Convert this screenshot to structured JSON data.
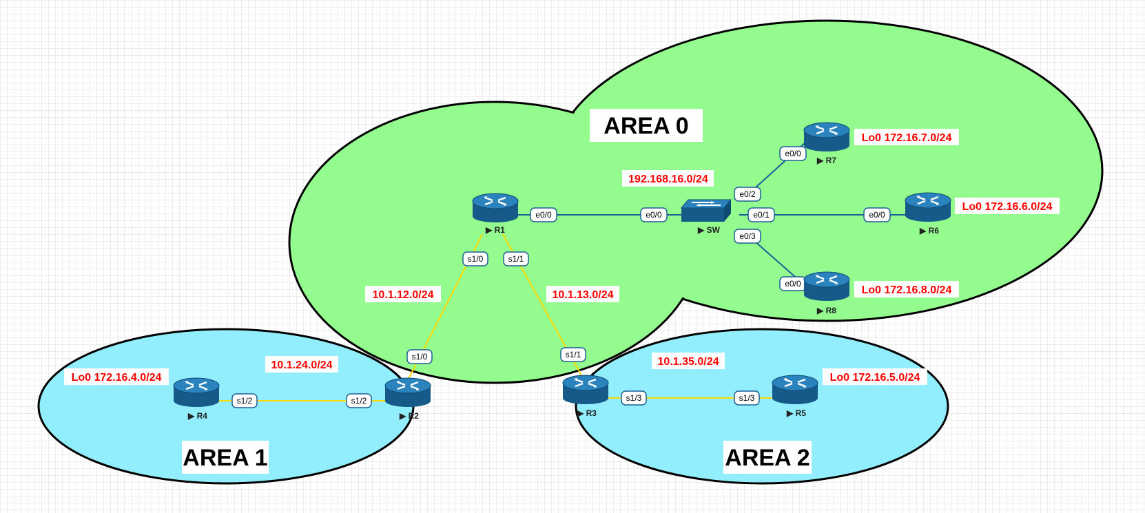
{
  "areas": {
    "area0": "AREA 0",
    "area1": "AREA 1",
    "area2": "AREA 2"
  },
  "devices": {
    "r1": "R1",
    "r2": "R2",
    "r3": "R3",
    "r4": "R4",
    "r5": "R5",
    "r6": "R6",
    "r7": "R7",
    "r8": "R8",
    "sw": "SW"
  },
  "networks": {
    "lan": "192.168.16.0/24",
    "r1_r2": "10.1.12.0/24",
    "r1_r3": "10.1.13.0/24",
    "r2_r4": "10.1.24.0/24",
    "r3_r5": "10.1.35.0/24",
    "lo_r4": "Lo0 172.16.4.0/24",
    "lo_r5": "Lo0 172.16.5.0/24",
    "lo_r6": "Lo0 172.16.6.0/24",
    "lo_r7": "Lo0 172.16.7.0/24",
    "lo_r8": "Lo0 172.16.8.0/24"
  },
  "ports": {
    "r1_e00": "e0/0",
    "sw_e00": "e0/0",
    "sw_e01": "e0/1",
    "sw_e02": "e0/2",
    "sw_e03": "e0/3",
    "r6_e00": "e0/0",
    "r7_e00": "e0/0",
    "r8_e00": "e0/0",
    "r1_s10": "s1/0",
    "r1_s11": "s1/1",
    "r2_s10": "s1/0",
    "r3_s11": "s1/1",
    "r4_s12": "s1/2",
    "r2_s12": "s1/2",
    "r3_s13": "s1/3",
    "r5_s13": "s1/3"
  },
  "colors": {
    "backbone_area": "#94fc8e",
    "other_area": "#92edfd",
    "serial_link": "#ffd700",
    "ethernet_link": "#1c5f97",
    "router_body": "#1f6ea6",
    "network_label": "#ff0000"
  },
  "icons": {
    "router": "router-icon",
    "switch": "switch-icon"
  }
}
